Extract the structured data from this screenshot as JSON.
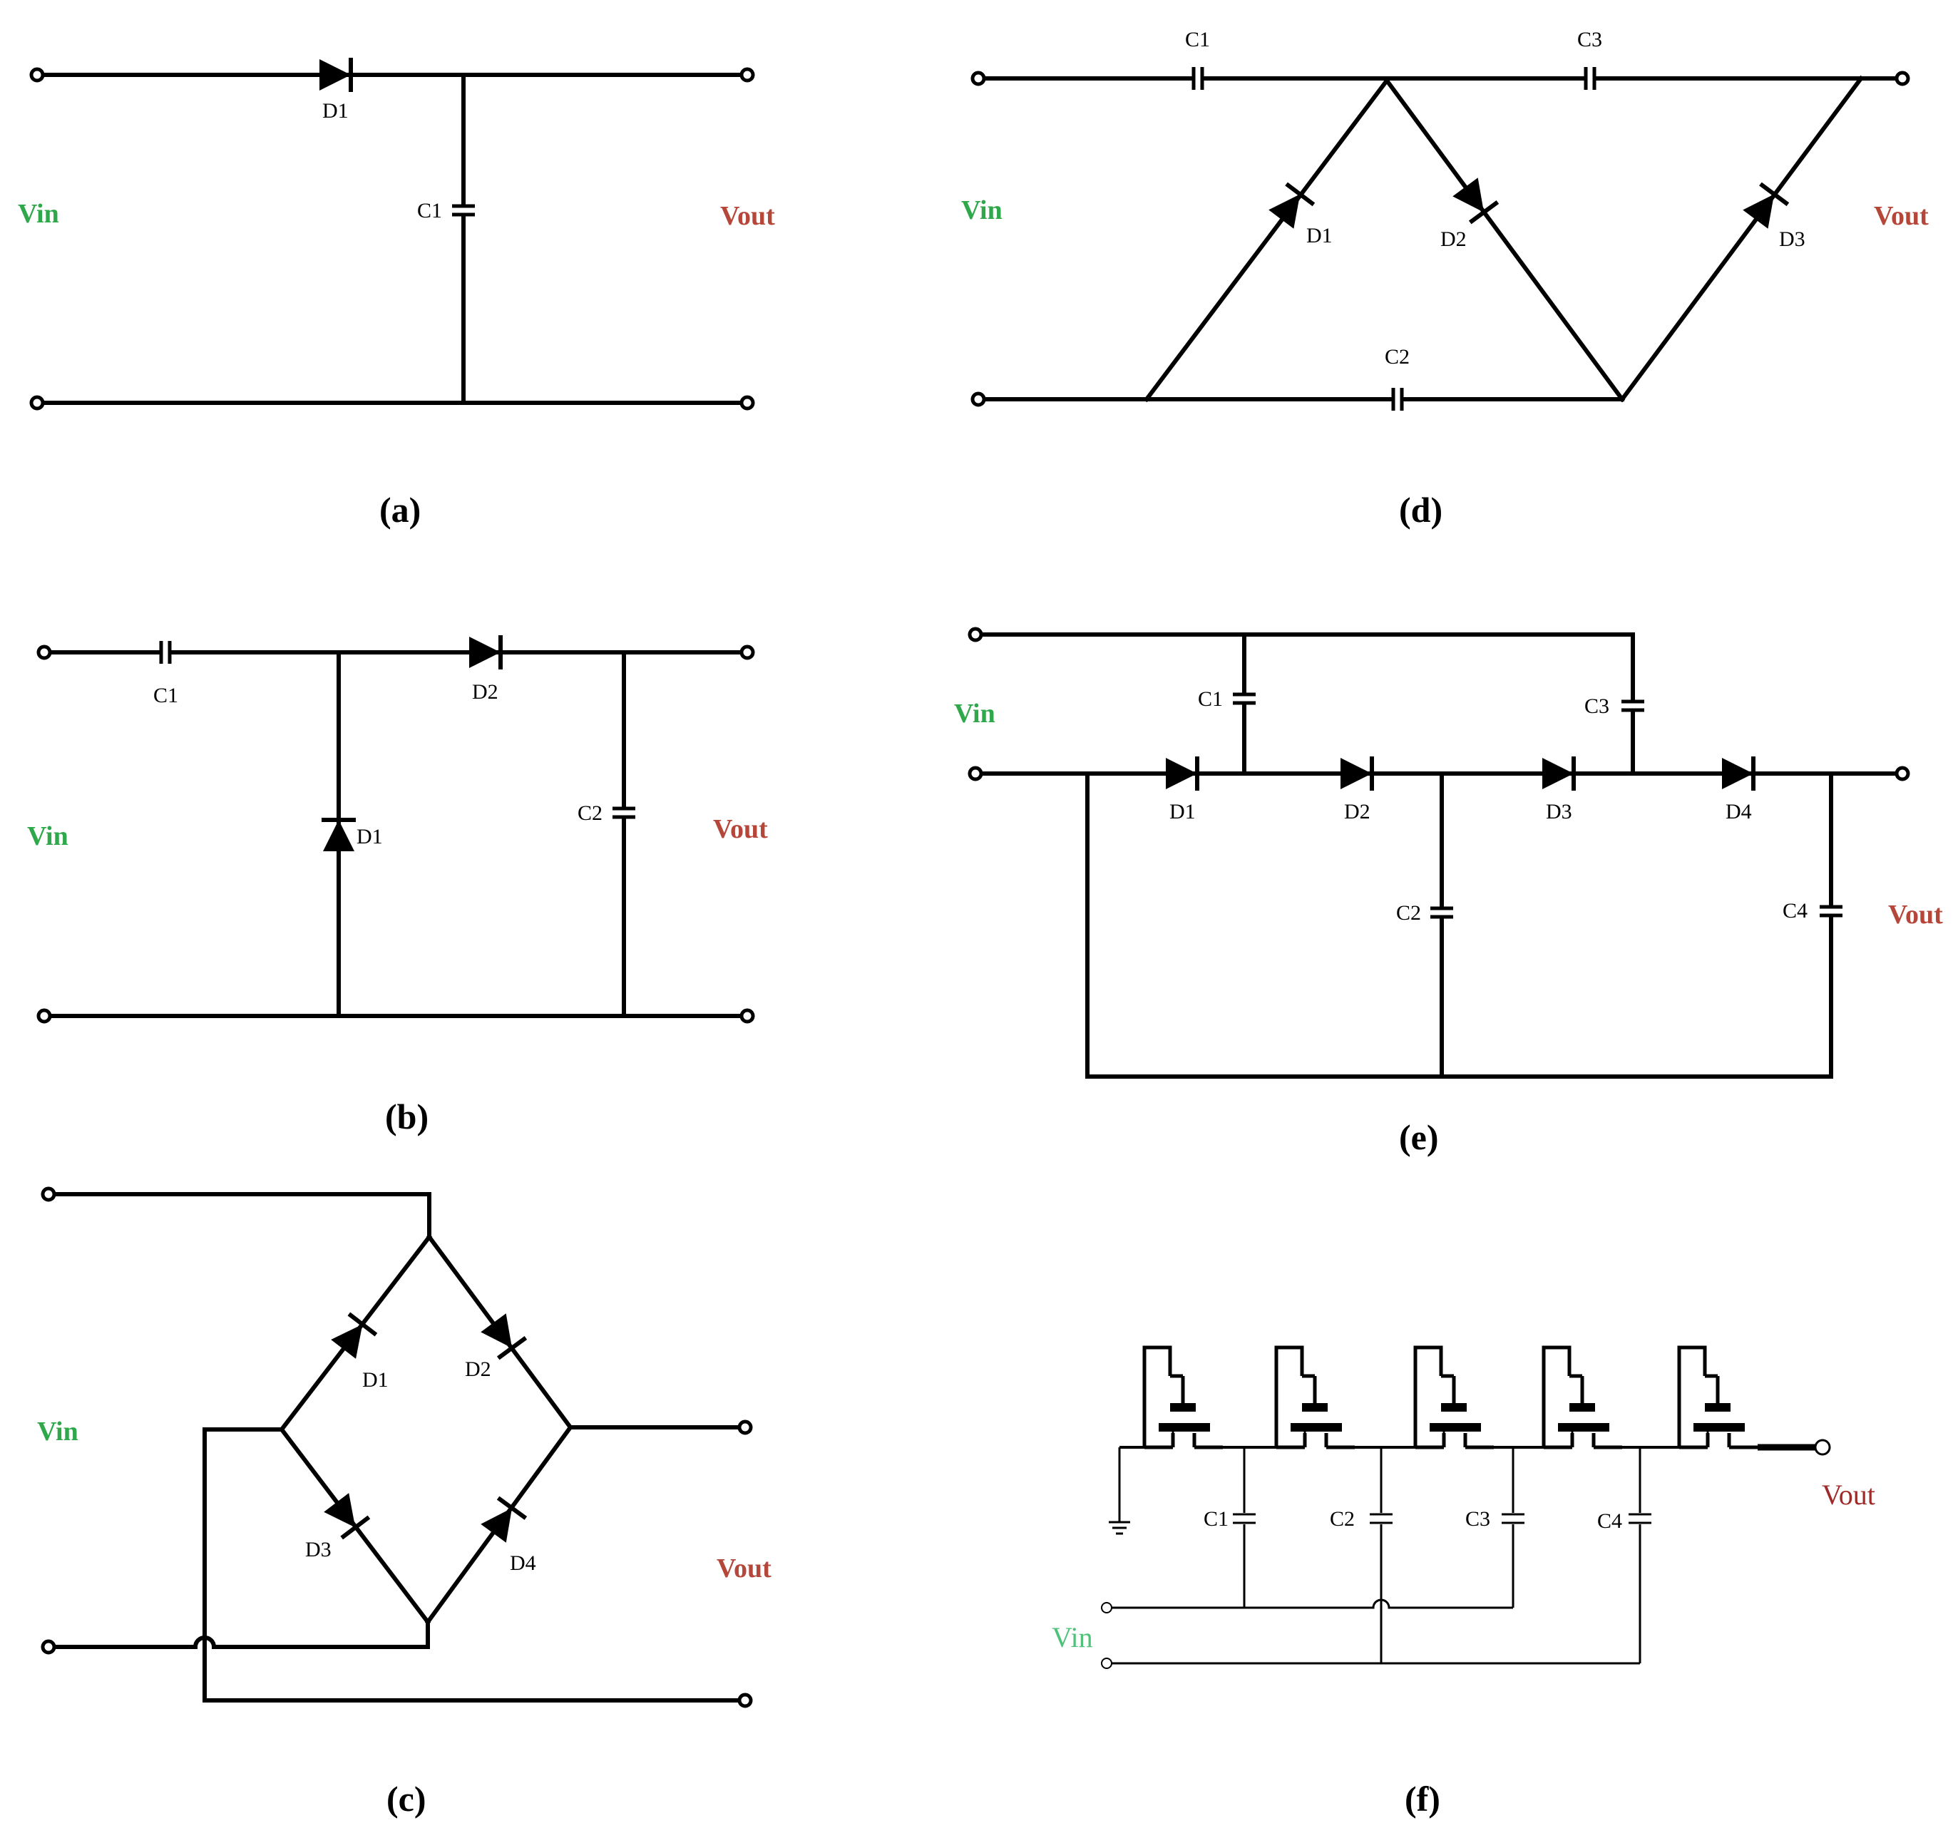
{
  "colors": {
    "vin": "#2ea84a",
    "vout": "#b4473a",
    "vin_f": "#4fc27a",
    "vout_f": "#a02a2a"
  },
  "panels": {
    "a": {
      "caption": "(a)",
      "vin": "Vin",
      "vout": "Vout",
      "d1": "D1",
      "c1": "C1"
    },
    "b": {
      "caption": "(b)",
      "vin": "Vin",
      "vout": "Vout",
      "c1": "C1",
      "c2": "C2",
      "d1": "D1",
      "d2": "D2"
    },
    "c": {
      "caption": "(c)",
      "vin": "Vin",
      "vout": "Vout",
      "d1": "D1",
      "d2": "D2",
      "d3": "D3",
      "d4": "D4"
    },
    "d": {
      "caption": "(d)",
      "vin": "Vin",
      "vout": "Vout",
      "c1": "C1",
      "c2": "C2",
      "c3": "C3",
      "d1": "D1",
      "d2": "D2",
      "d3": "D3"
    },
    "e": {
      "caption": "(e)",
      "vin": "Vin",
      "vout": "Vout",
      "c1": "C1",
      "c2": "C2",
      "c3": "C3",
      "c4": "C4",
      "d1": "D1",
      "d2": "D2",
      "d3": "D3",
      "d4": "D4"
    },
    "f": {
      "caption": "(f)",
      "vin": "Vin",
      "vout": "Vout",
      "c1": "C1",
      "c2": "C2",
      "c3": "C3",
      "c4": "C4"
    }
  }
}
